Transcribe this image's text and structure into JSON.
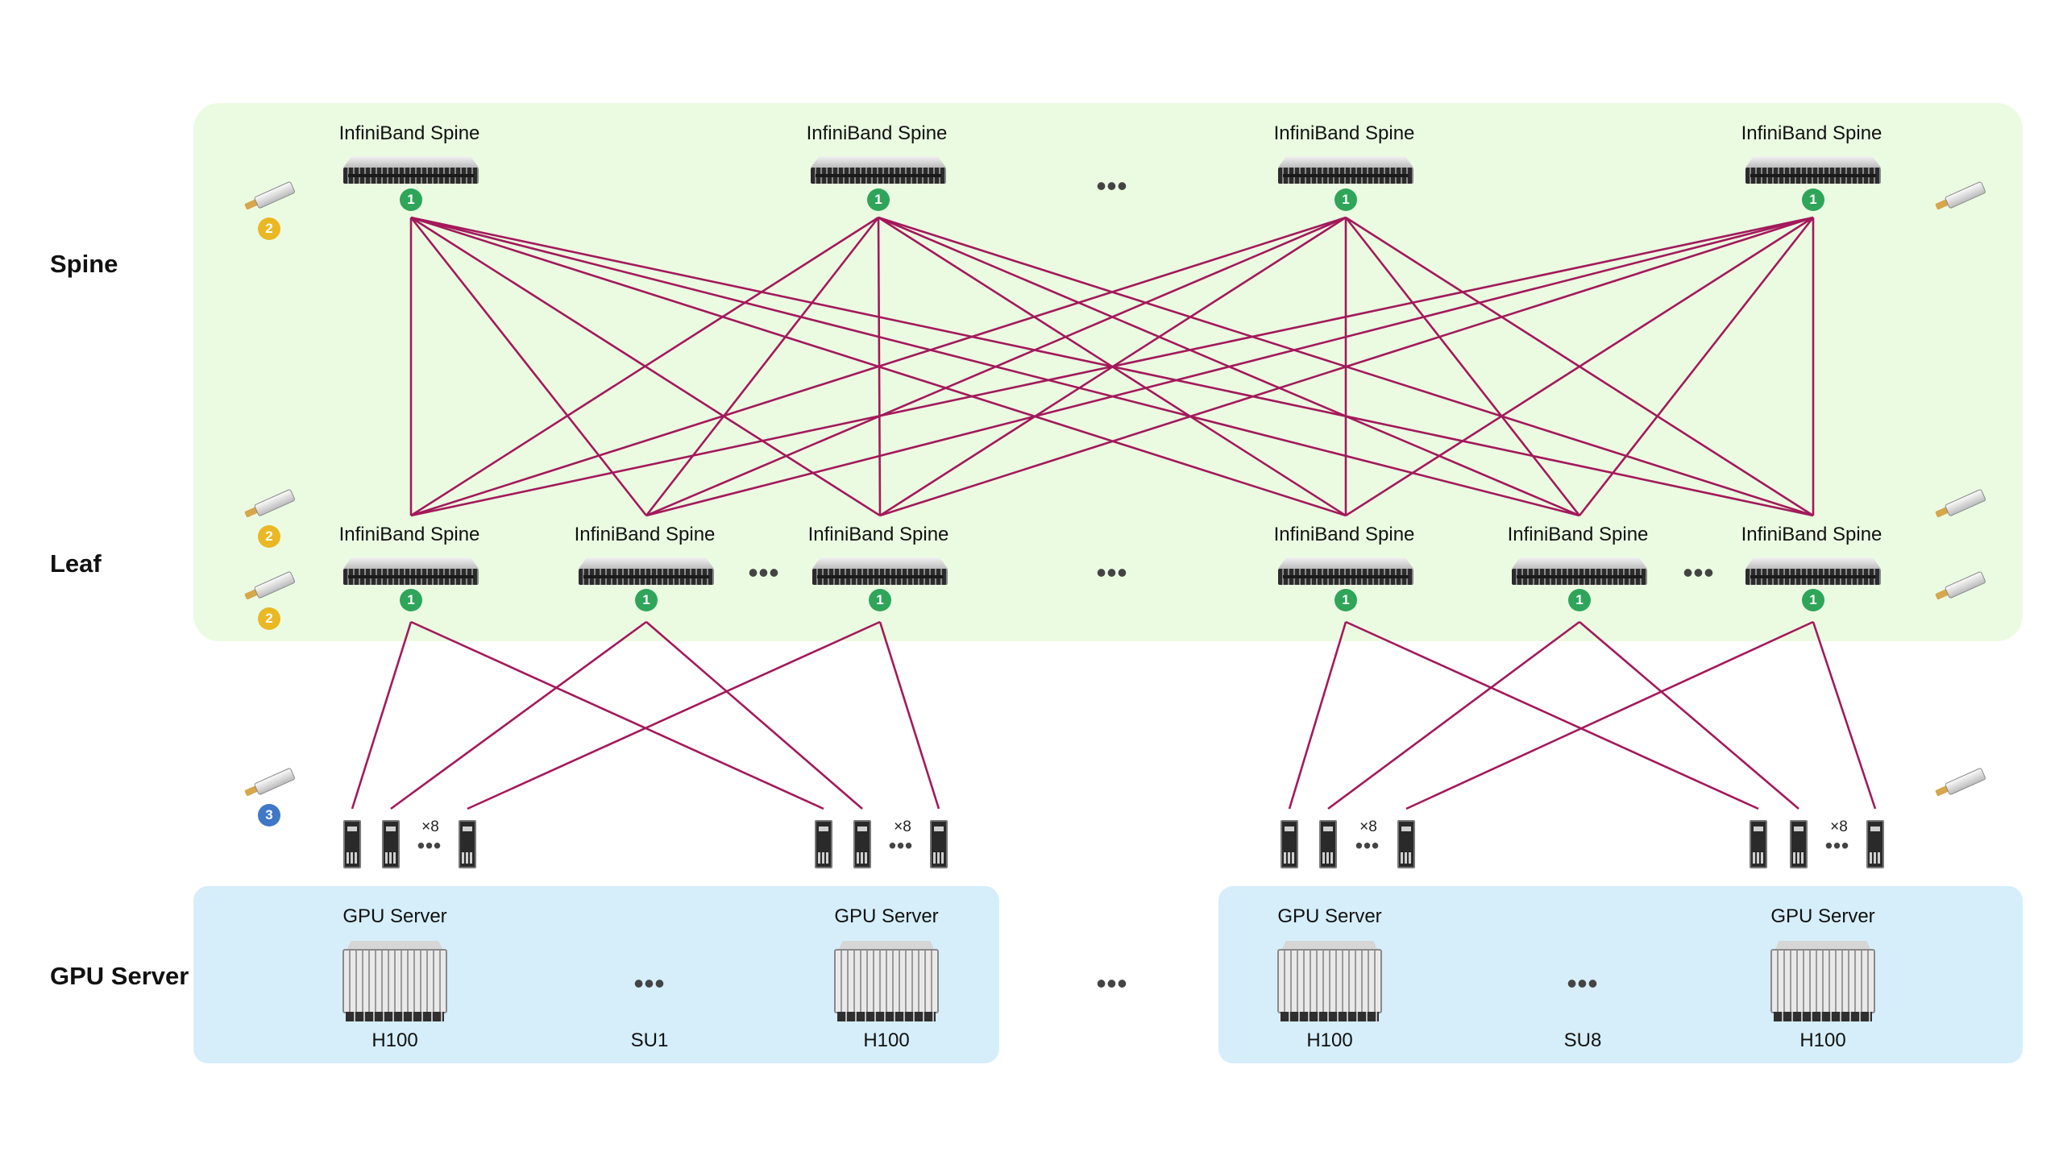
{
  "tiers": {
    "spine": "Spine",
    "leaf": "Leaf",
    "gpu_server": "GPU Server"
  },
  "spine_switches": [
    {
      "label": "InfiniBand Spine",
      "badge": "1"
    },
    {
      "label": "InfiniBand Spine",
      "badge": "1"
    },
    {
      "label": "InfiniBand Spine",
      "badge": "1"
    },
    {
      "label": "InfiniBand Spine",
      "badge": "1"
    }
  ],
  "leaf_switches": [
    {
      "label": "InfiniBand Spine",
      "badge": "1"
    },
    {
      "label": "InfiniBand Spine",
      "badge": "1"
    },
    {
      "label": "InfiniBand Spine",
      "badge": "1"
    },
    {
      "label": "InfiniBand Spine",
      "badge": "1"
    },
    {
      "label": "InfiniBand Spine",
      "badge": "1"
    },
    {
      "label": "InfiniBand Spine",
      "badge": "1"
    }
  ],
  "transceiver_badges": {
    "spine": "2",
    "leaf_upper": "2",
    "leaf_lower": "2",
    "server": "3"
  },
  "nic_multiplier": "×8",
  "ellipsis": "•••",
  "servers": [
    {
      "label": "GPU Server",
      "model": "H100"
    },
    {
      "label": "GPU Server",
      "model": "H100"
    },
    {
      "label": "GPU Server",
      "model": "H100"
    },
    {
      "label": "GPU Server",
      "model": "H100"
    }
  ],
  "scalable_units": [
    "SU1",
    "SU8"
  ],
  "colors": {
    "link": "#a3195b",
    "fabric_zone": "#ebfbe2",
    "server_zone": "#d5eefa"
  }
}
